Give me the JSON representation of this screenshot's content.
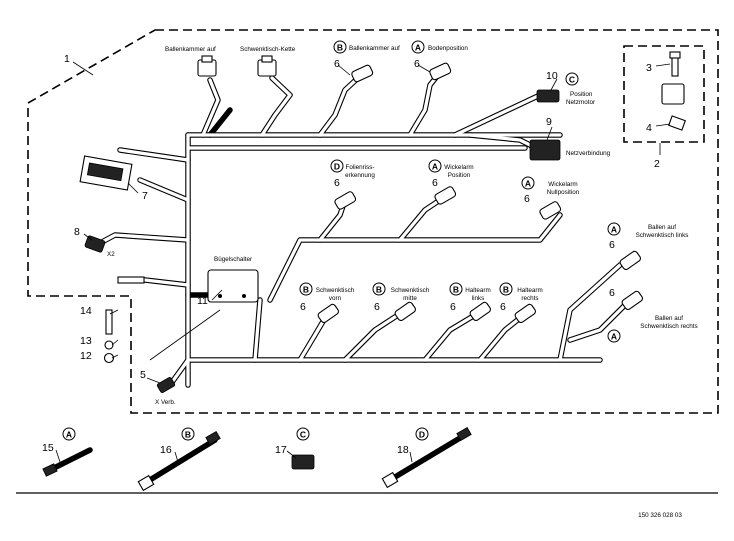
{
  "labels": {
    "ballenkammer_auf": "Ballenkammer auf",
    "schwenktisch_kette": "Schwenktisch-Kette",
    "b_ballenkammer_auf": "Ballenkammer auf",
    "bodenposition": "Bodenposition",
    "position_netzmotor": [
      "Position",
      "Netzmotor"
    ],
    "netzverbindung": "Netzverbindung",
    "folienriss": [
      "Folienriss-",
      "erkennung"
    ],
    "wickelarm_position": [
      "Wickelarm",
      "Position"
    ],
    "wickelarm_nullposition": [
      "Wickelarm",
      "Nullposition"
    ],
    "ballen_links": [
      "Ballen auf",
      "Schwenktisch links"
    ],
    "ballen_rechts": [
      "Ballen auf",
      "Schwenktisch rechts"
    ],
    "x2": "X2",
    "buegelschalter": "Bügelschalter",
    "schwenktisch_vorn": [
      "Schwenktisch",
      "vorn"
    ],
    "schwenktisch_mitte": [
      "Schwenktisch",
      "mitte"
    ],
    "haltearm_links": [
      "Haltearm",
      "links"
    ],
    "haltearm_rechts": [
      "Haltearm",
      "rechts"
    ],
    "x_verb": "X Verb."
  },
  "callouts": {
    "n1": "1",
    "n2": "2",
    "n3": "3",
    "n4": "4",
    "n5": "5",
    "n6": "6",
    "n7": "7",
    "n8": "8",
    "n9": "9",
    "n10": "10",
    "n11": "11",
    "n12": "12",
    "n13": "13",
    "n14": "14",
    "n15": "15",
    "n16": "16",
    "n17": "17",
    "n18": "18"
  },
  "markers": {
    "a": "A",
    "b": "B",
    "c": "C",
    "d": "D"
  },
  "doc_number": "150 326 028 03"
}
